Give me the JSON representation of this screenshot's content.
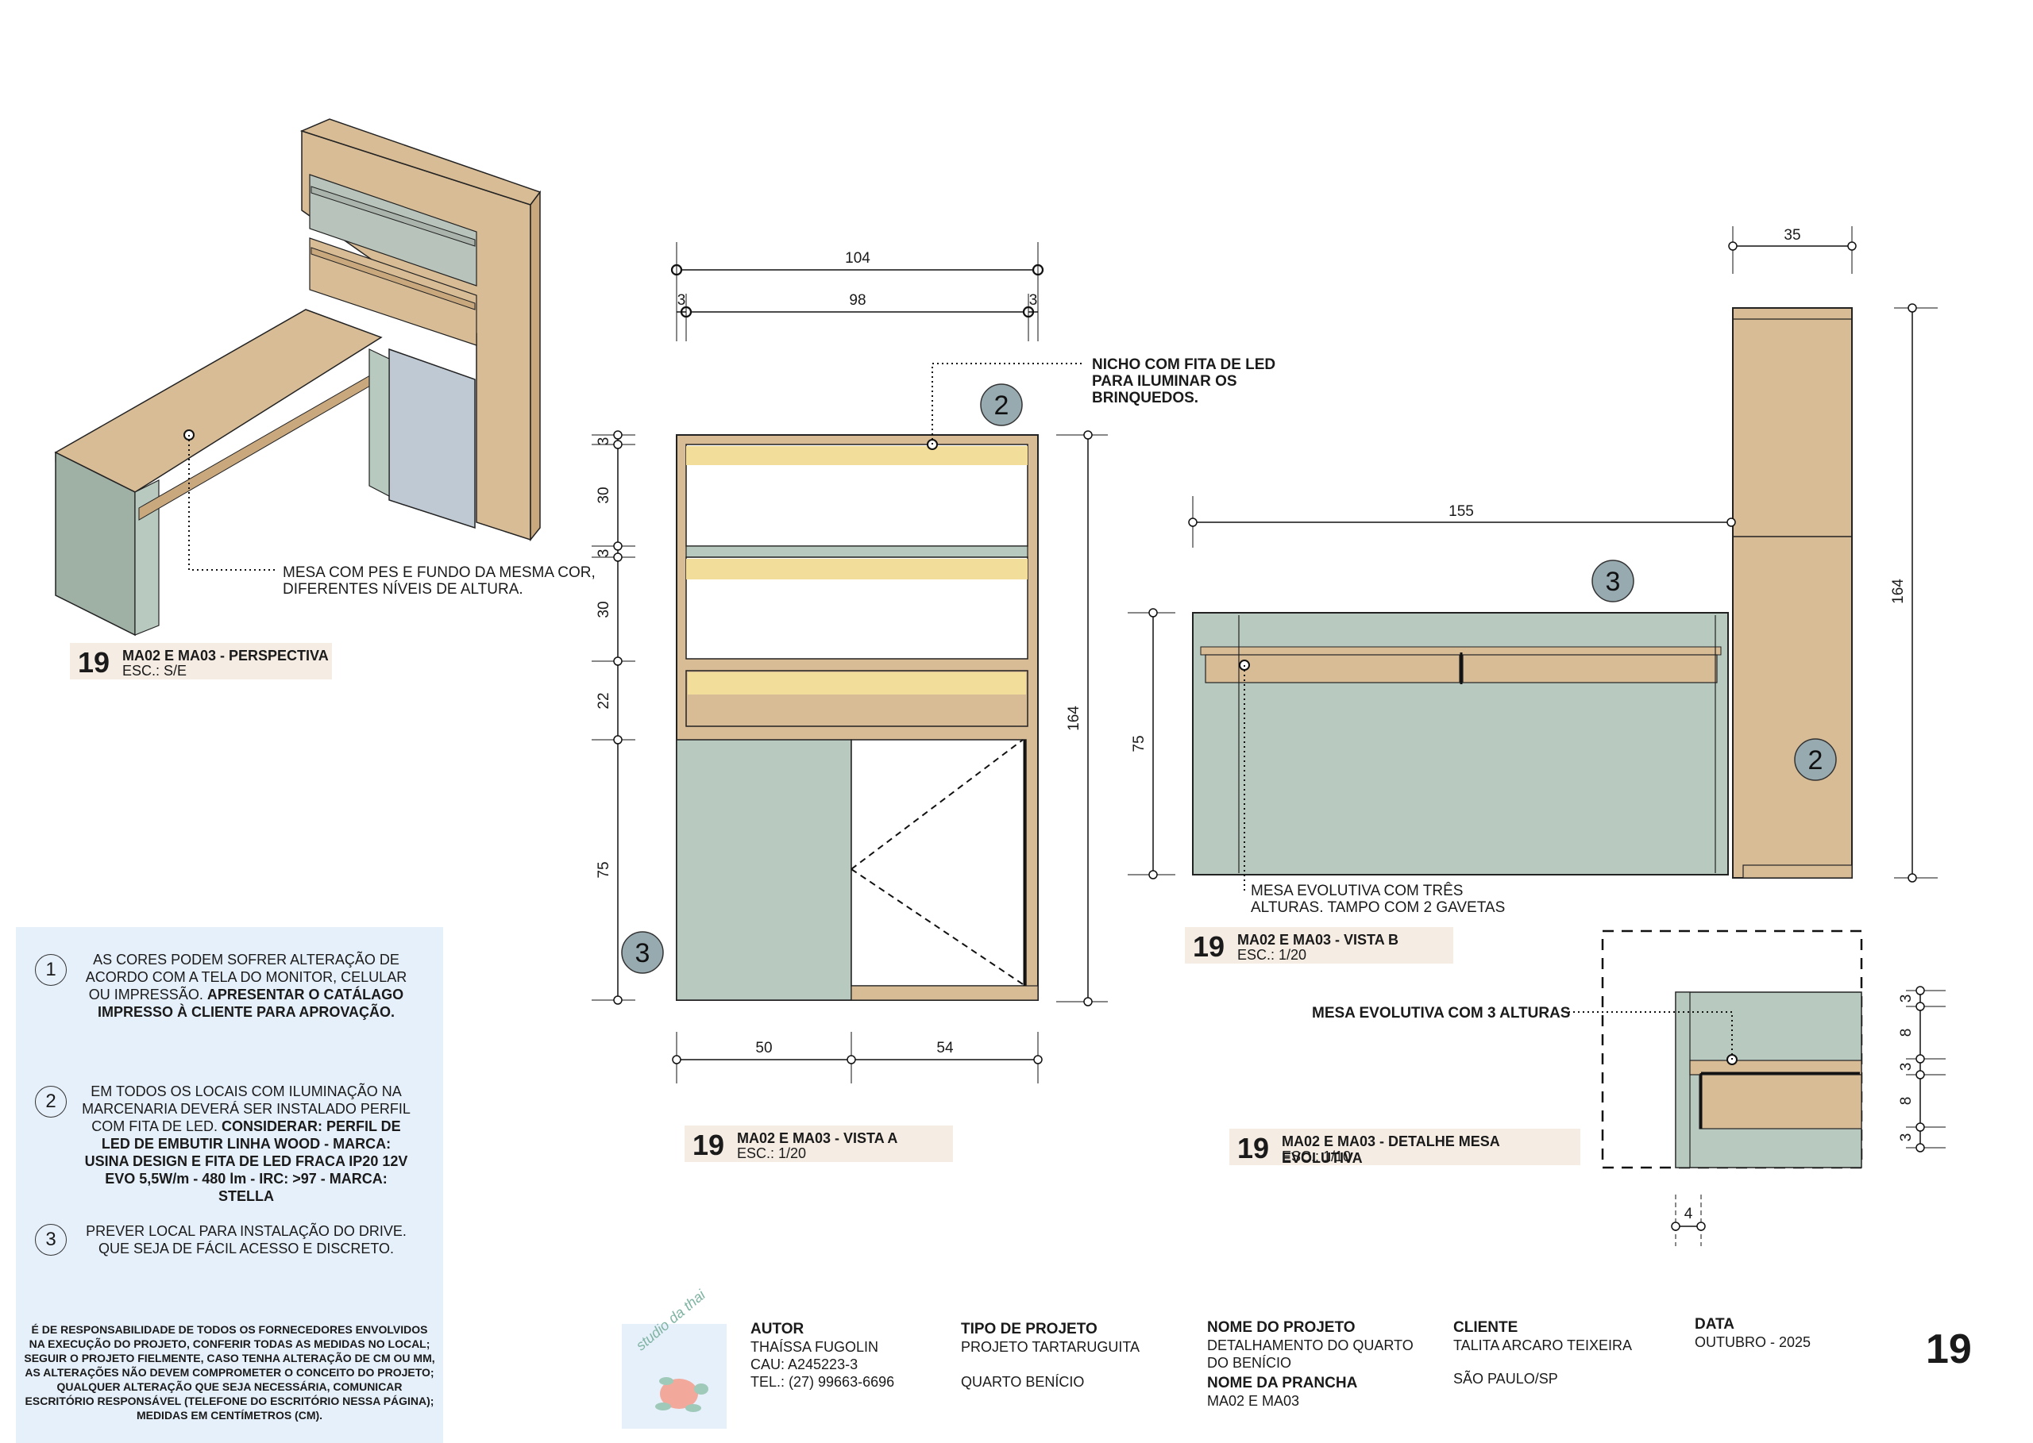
{
  "views": {
    "perspective": {
      "number": "19",
      "title": "MA02 E MA03 - PERSPECTIVA",
      "scale": "ESC.: S/E",
      "note_l1": "MESA COM PES E FUNDO DA MESMA COR,",
      "note_l2": "DIFERENTES NÍVEIS DE ALTURA."
    },
    "vista_a": {
      "number": "19",
      "title": "MA02 E MA03 - VISTA A",
      "scale": "ESC.: 1/20",
      "dims": {
        "w_total": "104",
        "w_inner": "98",
        "side_l": "3",
        "side_r": "3",
        "h_top": "3",
        "h_1": "30",
        "h_gap": "3",
        "h_2": "30",
        "h_3": "22",
        "h_4": "75",
        "h_total": "164",
        "w_bottom_l": "50",
        "w_bottom_r": "54"
      },
      "note_l1": "NICHO COM FITA DE LED",
      "note_l2": "PARA ILUMINAR OS",
      "note_l3": "BRINQUEDOS.",
      "callout_2": "2",
      "callout_3": "3"
    },
    "vista_b": {
      "number": "19",
      "title": "MA02 E MA03 - VISTA B",
      "scale": "ESC.: 1/20",
      "dims": {
        "width": "155",
        "tower_w": "35",
        "height": "164",
        "desk_h": "75"
      },
      "note_l1": "MESA EVOLUTIVA COM TRÊS",
      "note_l2": "ALTURAS. TAMPO COM 2 GAVETAS",
      "callout_3": "3",
      "callout_2": "2"
    },
    "detalhe": {
      "number": "19",
      "title": "MA02 E MA03 - DETALHE MESA EVOLUTIVA",
      "scale": "ESC.: 1/10",
      "note": "MESA EVOLUTIVA COM 3 ALTURAS",
      "dims": {
        "d1": "3",
        "d2": "8",
        "d3": "3",
        "d4": "8",
        "d5": "3",
        "bottom": "4"
      }
    }
  },
  "notes": [
    {
      "n": "1",
      "plain": "AS CORES PODEM SOFRER ALTERAÇÃO DE ACORDO COM A TELA DO MONITOR, CELULAR OU IMPRESSÃO.",
      "bold": "APRESENTAR O CATÁLAGO IMPRESSO À CLIENTE PARA APROVAÇÃO."
    },
    {
      "n": "2",
      "plain": "EM TODOS OS LOCAIS COM ILUMINAÇÃO NA MARCENARIA DEVERÁ SER INSTALADO PERFIL COM FITA DE LED.",
      "bold": "CONSIDERAR: PERFIL DE LED DE EMBUTIR LINHA WOOD - MARCA: USINA DESIGN E FITA DE LED FRACA IP20 12V EVO 5,5W/m - 480 lm - IRC: >97 - MARCA: STELLA"
    },
    {
      "n": "3",
      "plain": "PREVER LOCAL PARA INSTALAÇÃO DO DRIVE. QUE SEJA DE FÁCIL ACESSO E DISCRETO.",
      "bold": ""
    }
  ],
  "responsibility": "É DE RESPONSABILIDADE DE TODOS OS FORNECEDORES ENVOLVIDOS NA EXECUÇÃO DO PROJETO, CONFERIR TODAS AS MEDIDAS NO LOCAL; SEGUIR O PROJETO FIELMENTE, CASO TENHA ALTERAÇÃO DE CM OU MM, AS ALTERAÇÕES NÃO DEVEM COMPROMETER O CONCEITO DO PROJETO; QUALQUER ALTERAÇÃO QUE SEJA NECESSÁRIA, COMUNICAR ESCRITÓRIO RESPONSÁVEL (TELEFONE DO ESCRITÓRIO NESSA PÁGINA); MEDIDAS EM CENTÍMETROS (CM).",
  "logo": {
    "text": "studio da thai"
  },
  "title_block": {
    "autor_label": "AUTOR",
    "autor_name": "THAÍSSA FUGOLIN",
    "autor_cau": "CAU: A245223-3",
    "autor_tel": "TEL.: (27) 99663-6696",
    "tipo_label": "TIPO DE PROJETO",
    "tipo_1": "PROJETO TARTARUGUITA",
    "tipo_2": "QUARTO BENÍCIO",
    "nome_label": "NOME DO PROJETO",
    "nome_1": "DETALHAMENTO DO QUARTO",
    "nome_2": "DO BENÍCIO",
    "prancha_label": "NOME DA PRANCHA",
    "prancha": "MA02 E MA03",
    "cliente_label": "CLIENTE",
    "cliente": "TALITA ARCARO TEIXEIRA",
    "cidade": "SÃO PAULO/SP",
    "data_label": "DATA",
    "data": "OUTUBRO - 2025",
    "sheet": "19"
  },
  "colors": {
    "wood": "#d8bc95",
    "sage": "#b8cac0",
    "led": "#f2dd9a",
    "wall": "#bfc9d3",
    "tagbg": "#f5ece3",
    "notesbg": "#e6f0fb",
    "callout": "#97aab0"
  }
}
